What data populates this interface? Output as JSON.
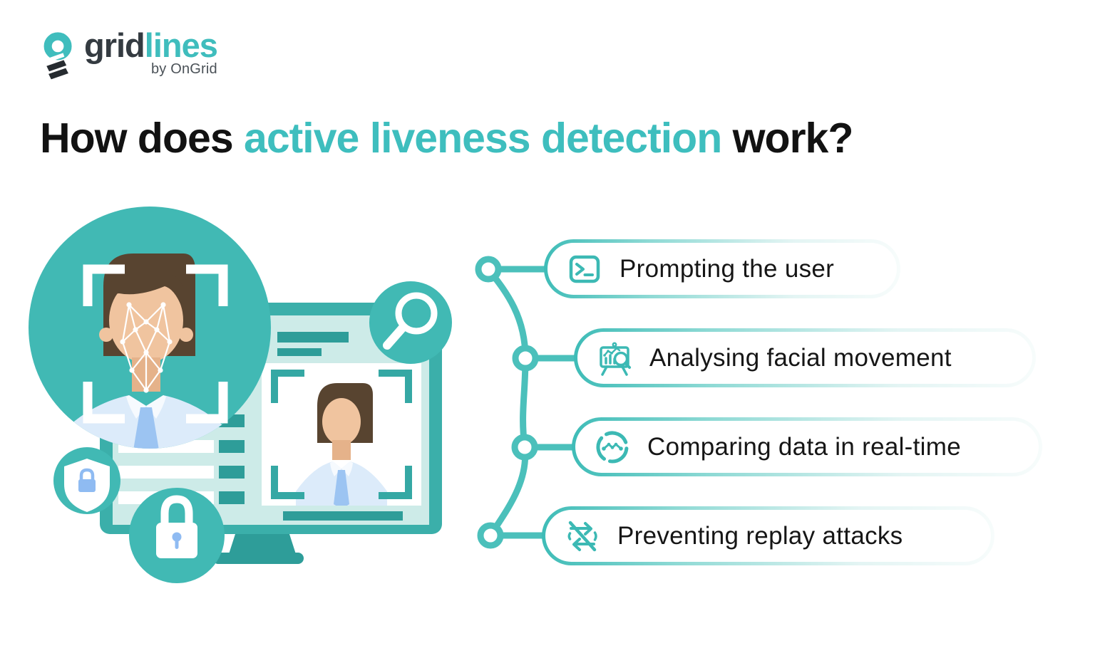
{
  "brand": {
    "part1": "grid",
    "part2": "lines",
    "tagline": "by OnGrid"
  },
  "title": {
    "prefix": "How does ",
    "highlight": "active liveness detection",
    "suffix": " work?"
  },
  "steps": [
    {
      "label": "Prompting the user",
      "icon": "terminal-prompt-icon"
    },
    {
      "label": "Analysing facial movement",
      "icon": "chart-analysis-icon"
    },
    {
      "label": "Comparing data in real-time",
      "icon": "data-compare-icon"
    },
    {
      "label": "Preventing replay attacks",
      "icon": "no-replay-icon"
    }
  ],
  "colors": {
    "teal_main": "#41B9B4",
    "teal_dark": "#2E9D99",
    "teal_monitor_frame": "#3BAFAA",
    "screen_light": "#CDEBE8",
    "title_highlight": "#3EBEBE",
    "pill_border_teal": "#3EBCB7",
    "timeline_teal": "#4BC0BB",
    "text_dark": "#161616",
    "logo_dark": "#343B41",
    "logo_teal": "#3FBDBD",
    "skin": "#F0C49F",
    "hair_brown": "#584430",
    "shirt_blue": "#DCEBFA",
    "tie_blue": "#9CC4F2",
    "lock_blue": "#8FBBF2"
  },
  "illustration": {
    "elements": [
      "face-scan-avatar-circle",
      "face-mesh",
      "viewfinder-brackets",
      "monitor",
      "screen-rows",
      "screen-avatar-panel",
      "search-magnifier-icon",
      "shield-lock-icon",
      "padlock-icon"
    ]
  }
}
